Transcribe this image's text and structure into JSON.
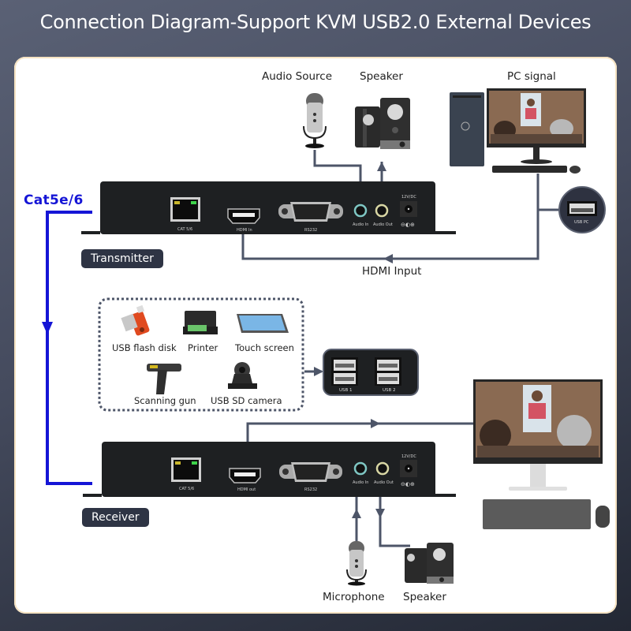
{
  "title": "Connection Diagram-Support KVM USB2.0 External Devices",
  "colors": {
    "background": "#4a5063",
    "panel": "#ffffff",
    "panel_border": "#f6e3c2",
    "cat_cable": "#1515d6",
    "signal_line": "#4d5568",
    "device_body": "#1e2022",
    "tag_bg": "#2e3444"
  },
  "transmitter": {
    "tag": "Transmitter",
    "ports": {
      "cat": "CAT 5/6",
      "hdmi": "HDMI In",
      "rs232": "RS232",
      "audio_in": "Audio In",
      "audio_out": "Audio Out",
      "power": "12V/DC",
      "polarity": "⊖◐⊕"
    }
  },
  "receiver": {
    "tag": "Receiver",
    "ports": {
      "cat": "CAT 5/6",
      "hdmi": "HDMI out",
      "rs232": "RS232",
      "audio_in": "Audio In",
      "audio_out": "Audio Out",
      "power": "12V/DC",
      "polarity": "⊖◐⊕"
    }
  },
  "cable_label": "Cat5e/6",
  "top_devices": {
    "audio_source": "Audio Source",
    "speaker": "Speaker",
    "pc_signal": "PC signal",
    "usb_pc": "USB PC"
  },
  "hdmi_input_label": "HDMI Input",
  "usb_devices": [
    {
      "label": "USB flash disk",
      "icon": "usb-flash-disk-icon"
    },
    {
      "label": "Printer",
      "icon": "printer-icon"
    },
    {
      "label": "Touch screen",
      "icon": "touch-screen-icon"
    },
    {
      "label": "Scanning gun",
      "icon": "scanning-gun-icon"
    },
    {
      "label": "USB SD camera",
      "icon": "usb-camera-icon"
    }
  ],
  "usb_hub": {
    "port1": "USB 1",
    "port2": "USB 2"
  },
  "bottom_devices": {
    "microphone": "Microphone",
    "speaker": "Speaker"
  }
}
